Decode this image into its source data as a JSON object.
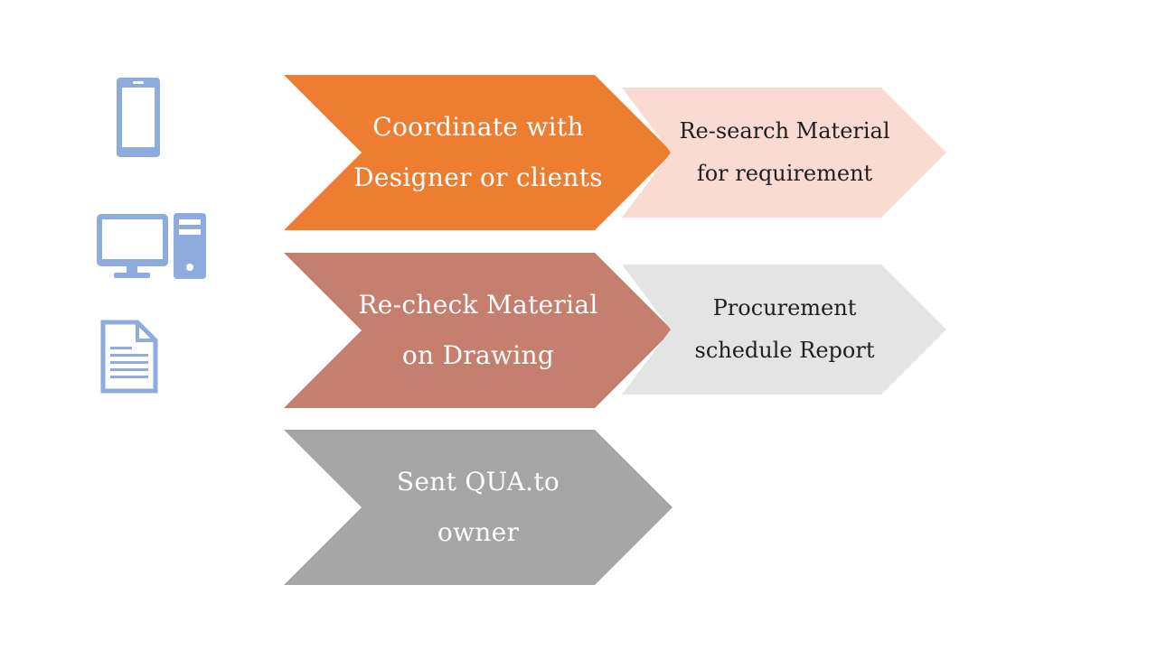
{
  "colors": {
    "icon": "#8eabde",
    "step1": "#ed7d31",
    "step2": "#c47f6e",
    "step3": "#a5a5a5",
    "detail1": "#f9dbd1",
    "detail2": "#e4e4e4"
  },
  "icons": {
    "phone": "phone-icon",
    "computer": "desktop-computer-icon",
    "document": "document-icon"
  },
  "steps": [
    {
      "line1": "Coordinate with",
      "line2": "Designer or clients"
    },
    {
      "line1": "Re-check Material",
      "line2": "on Drawing"
    },
    {
      "line1": "Sent QUA.to",
      "line2": "owner"
    }
  ],
  "details": [
    {
      "line1": "Re-search Material",
      "line2": "for requirement"
    },
    {
      "line1": "Procurement",
      "line2": "schedule Report"
    }
  ]
}
